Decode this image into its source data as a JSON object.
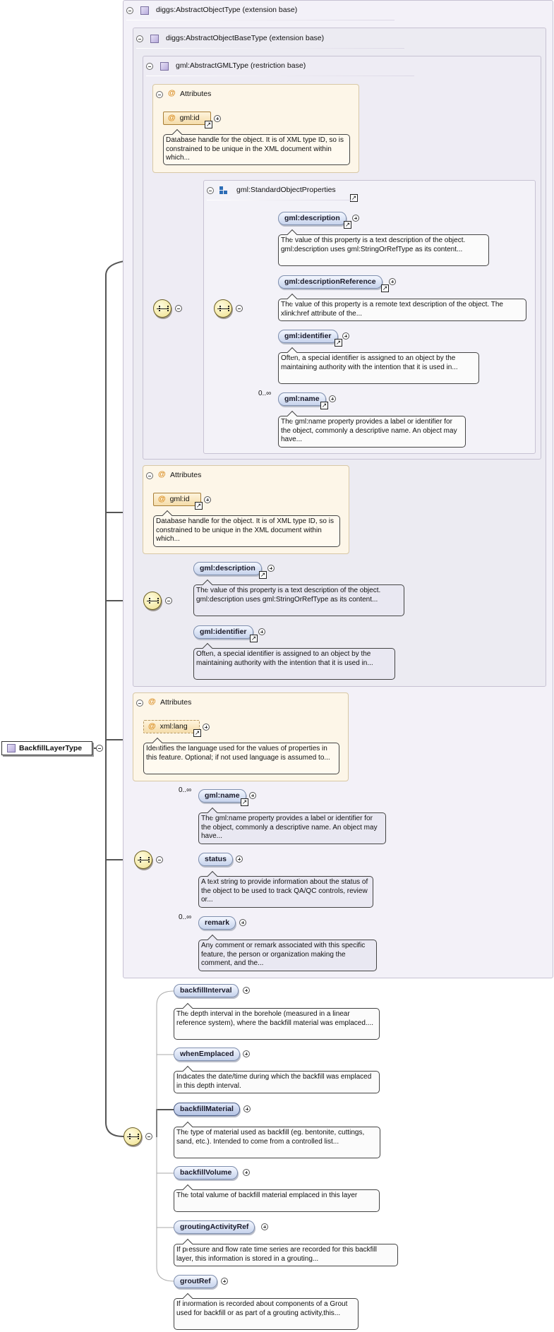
{
  "root": {
    "label": "BackfillLayerType"
  },
  "types": {
    "abstract_object": {
      "title": "diggs:AbstractObjectType (extension base)"
    },
    "abstract_object_base": {
      "title": "diggs:AbstractObjectBaseType (extension base)"
    },
    "abstract_gml": {
      "title": "gml:AbstractGMLType (restriction base)"
    },
    "standard_props": {
      "title": "gml:StandardObjectProperties"
    }
  },
  "attributes_label": "Attributes",
  "attributes": {
    "gml_id_inner": {
      "name": "gml:id",
      "doc": "Database handle for the object. It is of XML type ID, so is constrained to be unique in the XML document within which..."
    },
    "gml_id_base": {
      "name": "gml:id",
      "doc": "Database handle for the object. It is of XML type ID, so is constrained to be unique in the XML document within which..."
    },
    "xml_lang": {
      "name": "xml:lang",
      "doc": "Identifies the language used for the values of properties in this feature. Optional; if not used language is assumed to..."
    }
  },
  "standard_elements": [
    {
      "name": "gml:description",
      "doc": "The value of this property is a text description of the object. gml:description uses gml:StringOrRefType as its content..."
    },
    {
      "name": "gml:descriptionReference",
      "doc": "The value of this property is a remote text description of the object. The xlink:href attribute of the..."
    },
    {
      "name": "gml:identifier",
      "doc": "Often, a special identifier is assigned to an object by the maintaining authority with the intention that it is used in..."
    },
    {
      "name": "gml:name",
      "mult": "0..∞",
      "doc": "The gml:name property provides a label or identifier for the object, commonly a descriptive name. An object may have..."
    }
  ],
  "base_elements": [
    {
      "name": "gml:description",
      "doc": "The value of this property is a text description of the object. gml:description uses gml:StringOrRefType as its content..."
    },
    {
      "name": "gml:identifier",
      "doc": "Often, a special identifier is assigned to an object by the maintaining authority with the intention that it is used in..."
    }
  ],
  "object_elements": [
    {
      "name": "gml:name",
      "mult": "0..∞",
      "doc": "The gml:name property provides a label or identifier for the object, commonly a descriptive name. An object may have..."
    },
    {
      "name": "status",
      "doc": "A text string to provide information about the status of the object to be used to track QA/QC controls, review or..."
    },
    {
      "name": "remark",
      "mult": "0..∞",
      "doc": "Any comment or remark associated with this specific feature, the person or organization making the comment, and the..."
    }
  ],
  "backfill_elements": [
    {
      "name": "backfillInterval",
      "doc": "The depth interval in the borehole (measured in a linear reference system), where the backfill material was emplaced...."
    },
    {
      "name": "whenEmplaced",
      "doc": "Indicates the date/time during which the backfill was emplaced in this depth interval."
    },
    {
      "name": "backfillMaterial",
      "doc": "The type of material used as backfill (eg. bentonite, cuttings, sand, etc.). Intended to come from a controlled list..."
    },
    {
      "name": "backfillVolume",
      "doc": "The total valume of backfill material emplaced in this layer"
    },
    {
      "name": "groutingActivityRef",
      "doc": "If pressure and flow rate time series are recorded for this backfill layer, this information is stored in a grouting..."
    },
    {
      "name": "groutRef",
      "doc": "If information is recorded about components of a Grout used for backfill or as part of a grouting activity,this..."
    }
  ]
}
